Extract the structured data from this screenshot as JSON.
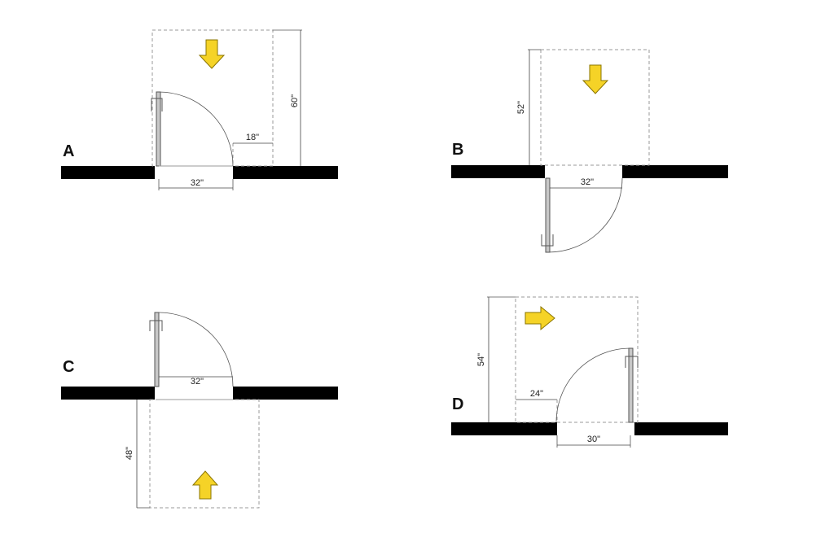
{
  "colors": {
    "arrow": "#f5d327",
    "wall": "#000000",
    "door": "#c8c8c8"
  },
  "diagrams": {
    "A": {
      "label": "A",
      "door_width": "32\"",
      "latch_clear": "18\"",
      "depth": "60\""
    },
    "B": {
      "label": "B",
      "door_width": "32\"",
      "depth": "52\""
    },
    "C": {
      "label": "C",
      "door_width": "32\"",
      "depth": "48\""
    },
    "D": {
      "label": "D",
      "door_width": "30\"",
      "latch_clear": "24\"",
      "depth": "54\""
    }
  },
  "icons": [
    "arrow-down-icon",
    "arrow-up-icon",
    "arrow-right-icon"
  ]
}
